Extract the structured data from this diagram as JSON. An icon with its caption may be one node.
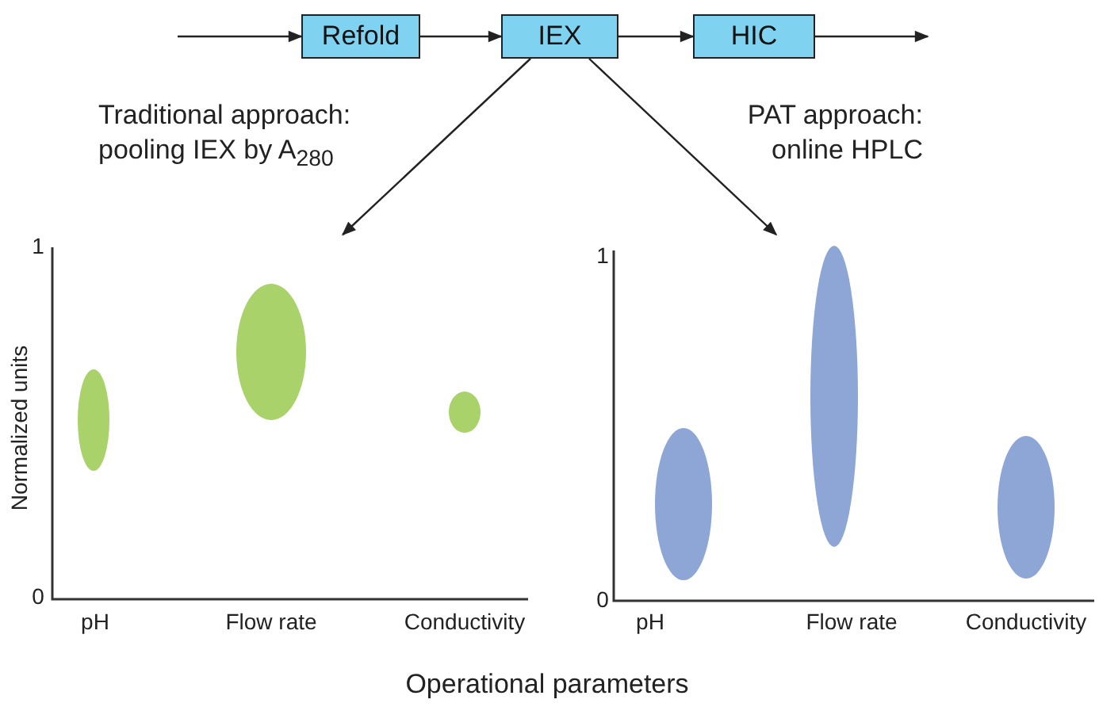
{
  "diagram": {
    "nodes": [
      {
        "text": [
          "Refold"
        ]
      },
      {
        "text": [
          "IEX"
        ]
      },
      {
        "text": [
          "HIC"
        ]
      },
      {
        "text": [],
        "shape": "picture"
      },
      {
        "text": [],
        "shape": "picture"
      }
    ],
    "edges": [
      {
        "from": null,
        "to": 0,
        "arrow": "to"
      },
      {
        "from": 0,
        "to": 1,
        "arrow": "to"
      },
      {
        "from": 1,
        "to": 2,
        "arrow": "to"
      },
      {
        "from": 2,
        "to": null,
        "arrow": "to"
      },
      {
        "from": 1,
        "to": 3,
        "arrow": "to",
        "label": "Traditional approach: pooling IEX by A$_{280}$"
      },
      {
        "from": 1,
        "to": 4,
        "arrow": "to",
        "label": "PAT approach: online HPLC"
      }
    ],
    "labels": [
      "1",
      "Normalized units",
      "0",
      "pH",
      "Flow rate",
      "Conductivity",
      "1",
      "0",
      "pH",
      "Flow rate",
      "Conductivity",
      "Operational parameters"
    ]
  }
}
